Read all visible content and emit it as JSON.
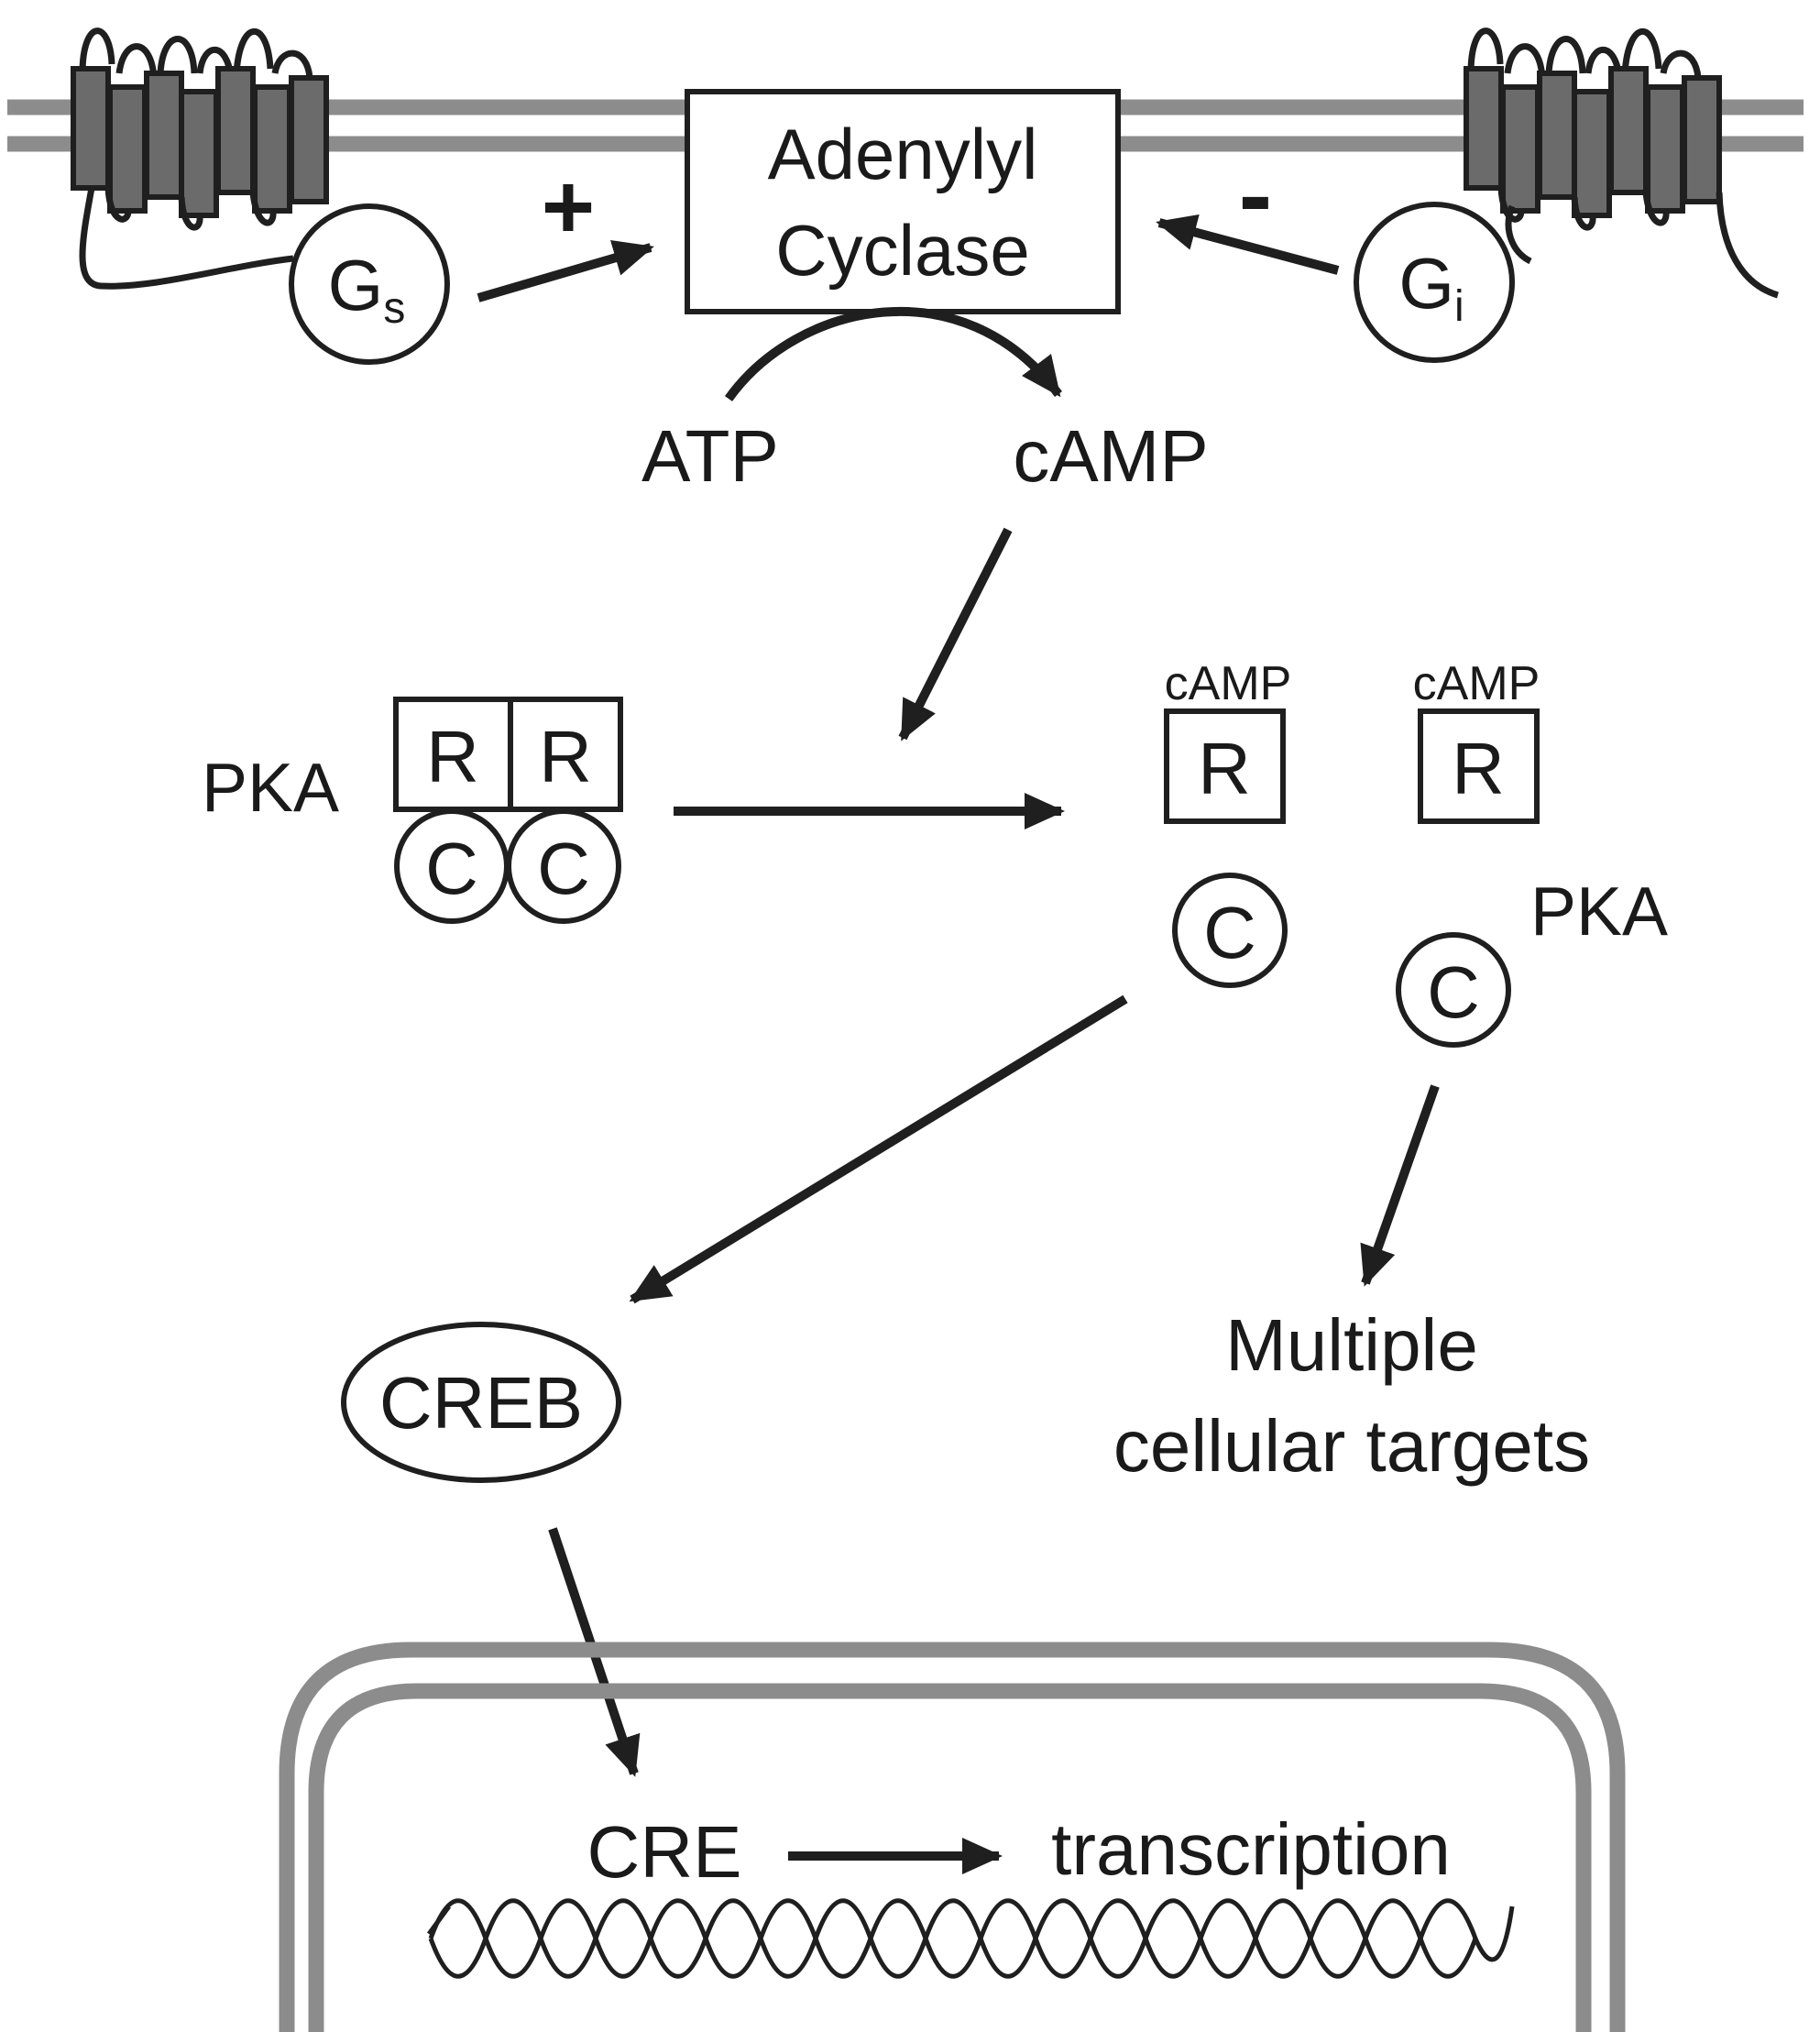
{
  "colors": {
    "ink": "#1f1f1f",
    "membrane": "#8c8c8c",
    "receptor_fill": "#6b6b6b",
    "background": "#ffffff"
  },
  "labels": {
    "adenylyl": "Adenylyl",
    "cyclase": "Cyclase",
    "plus": "+",
    "minus": "-",
    "gs_main": "G",
    "gs_sub": "s",
    "gi_main": "G",
    "gi_sub": "i",
    "atp": "ATP",
    "camp": "cAMP",
    "pka_left": "PKA",
    "pka_right": "PKA",
    "r": "R",
    "c": "C",
    "camp_small": "cAMP",
    "creb": "CREB",
    "targets_line1": "Multiple",
    "targets_line2": "cellular targets",
    "cre": "CRE",
    "transcription": "transcription"
  }
}
